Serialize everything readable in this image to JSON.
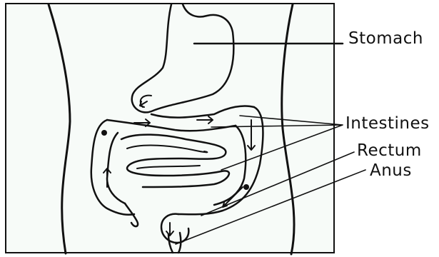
{
  "labels": {
    "stomach": "Stomach",
    "intestines": "Intestines",
    "rectum": "Rectum",
    "anus": "Anus"
  },
  "colors": {
    "ink": "#111111",
    "panel": "#f7fbf8",
    "background": "#ffffff"
  }
}
